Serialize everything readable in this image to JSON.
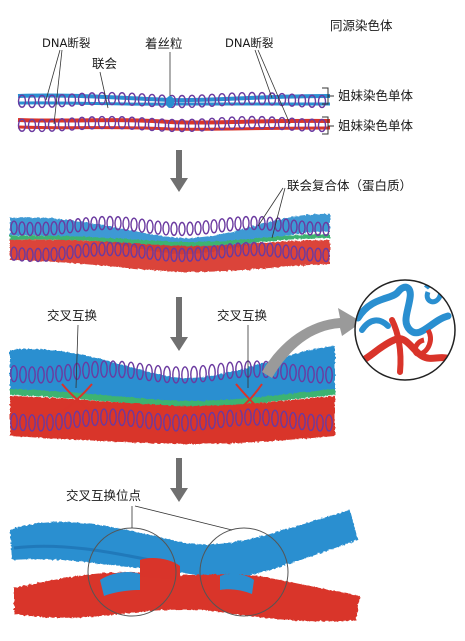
{
  "title": "同源染色体",
  "stage1": {
    "dna_break_left": "DNA断裂",
    "dna_break_right": "DNA断裂",
    "synapsis": "联会",
    "centromere": "着丝粒",
    "sister_top": "姐妹染色单体",
    "sister_bottom": "姐妹染色单体"
  },
  "stage2": {
    "synaptonemal_complex": "联会复合体（蛋白质）"
  },
  "stage3": {
    "crossover_left": "交叉互换",
    "crossover_right": "交叉互换"
  },
  "stage4": {
    "chiasma": "交叉互换位点"
  },
  "colors": {
    "blue": "#2a8fd0",
    "blue_dark": "#1d6fb0",
    "red": "#d9342a",
    "red_dark": "#a8221c",
    "purple": "#6b3aa0",
    "green": "#3cb371",
    "arrow": "#707070"
  }
}
